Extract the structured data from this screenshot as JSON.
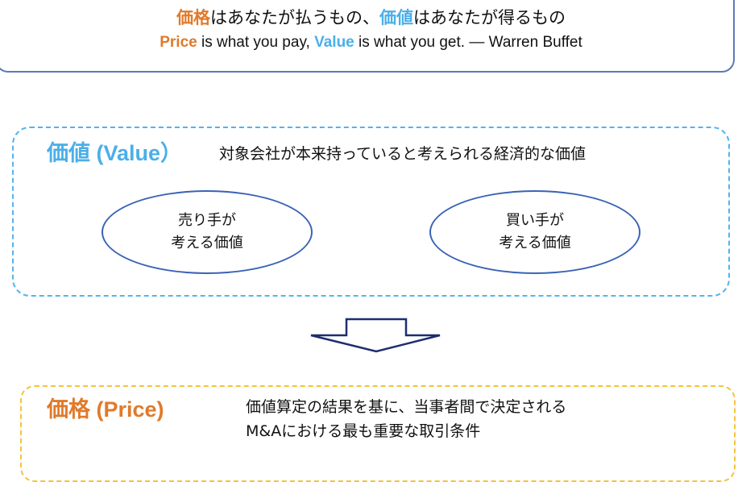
{
  "quote": {
    "ja_price": "価格",
    "ja_mid": "はあなたが払うもの、",
    "ja_value": "価値",
    "ja_end": "はあなたが得るもの",
    "en_price": "Price",
    "en_mid": " is what you pay, ",
    "en_value": "Value",
    "en_end": " is what you get. — Warren Buffet"
  },
  "value_box": {
    "title": "価値 (Value）",
    "description": "対象会社が本来持っていると考えられる経済的な価値",
    "seller": [
      "売り手が",
      "考える価値"
    ],
    "buyer": [
      "買い手が",
      "考える価値"
    ]
  },
  "price_box": {
    "title": "価格 (Price)",
    "description": [
      "価値算定の結果を基に、当事者間で決定される",
      "M&Aにおける最も重要な取引条件"
    ]
  },
  "colors": {
    "orange": "#e07a2b",
    "blue": "#4aafe8",
    "navy": "#1f2d6e",
    "yellow": "#f5c23a"
  }
}
